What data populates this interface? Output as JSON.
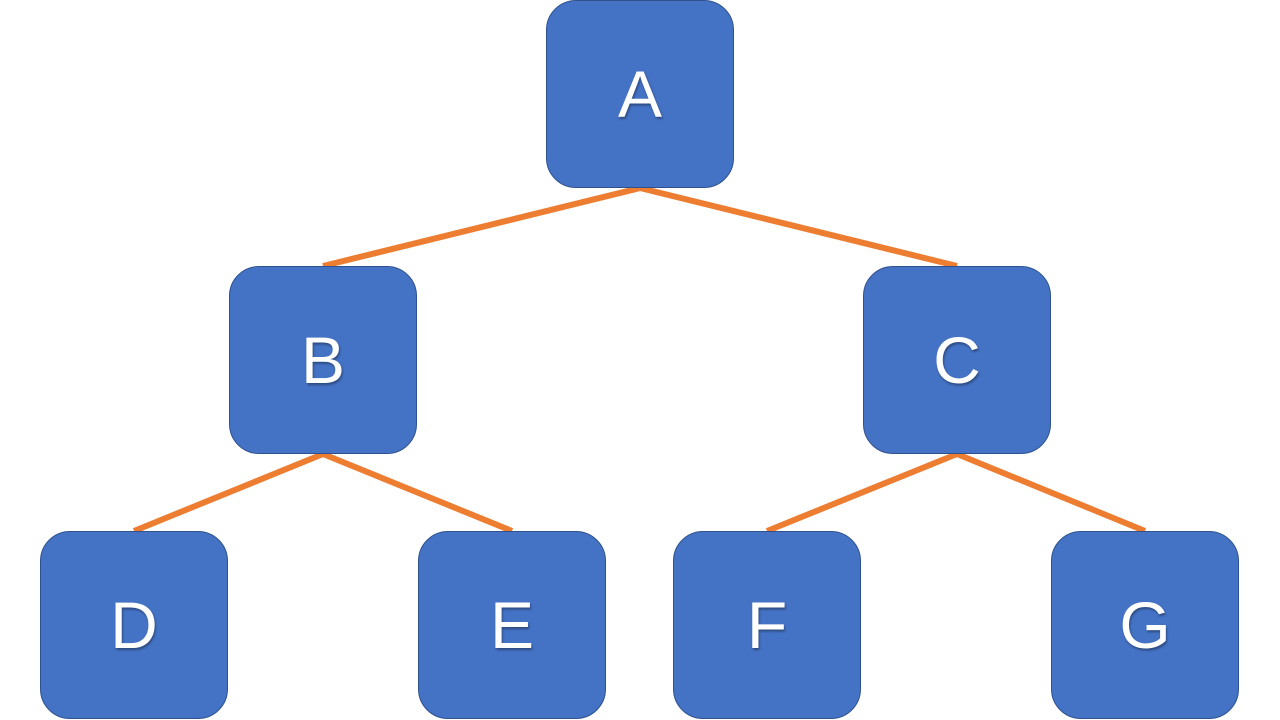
{
  "colors": {
    "node_fill": "#4472c4",
    "node_border": "#2f528f",
    "edge": "#ed7d31",
    "label": "#ffffff"
  },
  "nodes": [
    {
      "id": "a",
      "label": "A"
    },
    {
      "id": "b",
      "label": "B"
    },
    {
      "id": "c",
      "label": "C"
    },
    {
      "id": "d",
      "label": "D"
    },
    {
      "id": "e",
      "label": "E"
    },
    {
      "id": "f",
      "label": "F"
    },
    {
      "id": "g",
      "label": "G"
    }
  ],
  "edges": [
    {
      "from": "A",
      "to": "B"
    },
    {
      "from": "A",
      "to": "C"
    },
    {
      "from": "B",
      "to": "D"
    },
    {
      "from": "B",
      "to": "E"
    },
    {
      "from": "C",
      "to": "F"
    },
    {
      "from": "C",
      "to": "G"
    }
  ]
}
